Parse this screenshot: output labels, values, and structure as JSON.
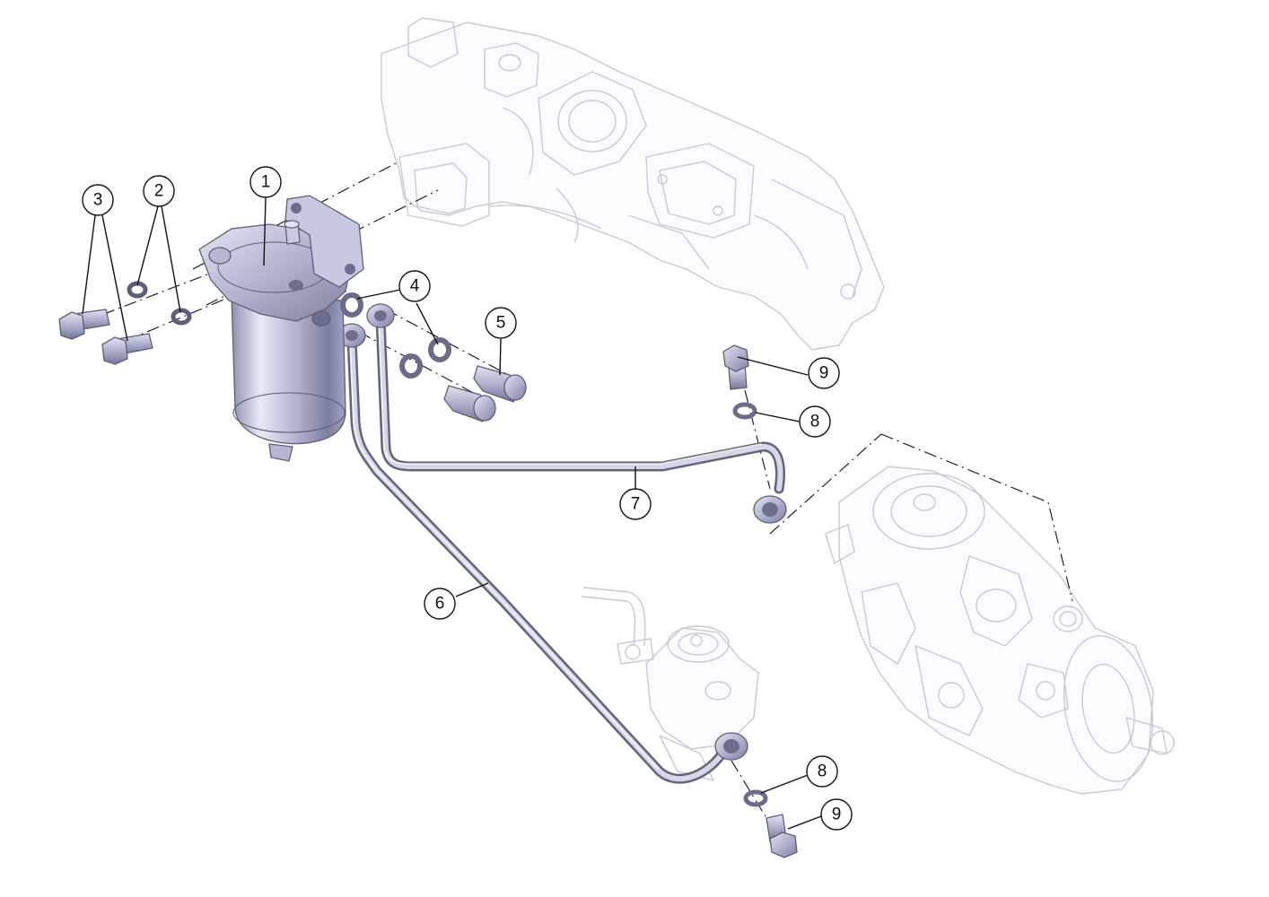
{
  "callouts": [
    {
      "label": "1"
    },
    {
      "label": "2"
    },
    {
      "label": "3"
    },
    {
      "label": "4"
    },
    {
      "label": "5"
    },
    {
      "label": "6"
    },
    {
      "label": "7"
    },
    {
      "label": "8"
    },
    {
      "label": "9"
    },
    {
      "label": "8"
    },
    {
      "label": "9"
    }
  ],
  "colors": {
    "metal": "#a9abca",
    "metal_dark": "#5d5f78",
    "ghost_line": "#c9c9d2",
    "ink": "#111111"
  }
}
